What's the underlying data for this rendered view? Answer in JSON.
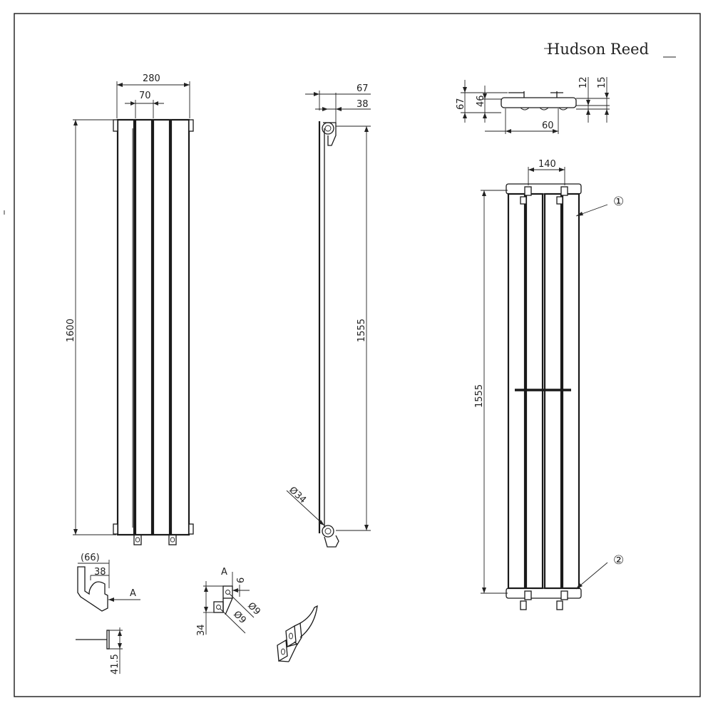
{
  "brand": {
    "logo": "Hudson Reed"
  },
  "front_view": {
    "width_total": "280",
    "panel_spacing": "70",
    "height": "1600"
  },
  "side_view": {
    "top_offset_a": "67",
    "top_offset_b": "38",
    "height": "1555",
    "pipe_diameter": "Ø34"
  },
  "top_view": {
    "d1": "67",
    "d2": "46",
    "d3": "12",
    "d4": "15",
    "d5": "60"
  },
  "rear_view": {
    "bracket_spacing": "140",
    "height": "1555",
    "callout_1": "①",
    "callout_2": "②"
  },
  "bracket_detail": {
    "width": "(66)",
    "inner": "38",
    "view_label": "A",
    "height": "41.5",
    "view_a_label": "A",
    "thickness": "6",
    "hole_1": "Ø9",
    "hole_2": "Ø9",
    "hole_spacing": "34"
  }
}
